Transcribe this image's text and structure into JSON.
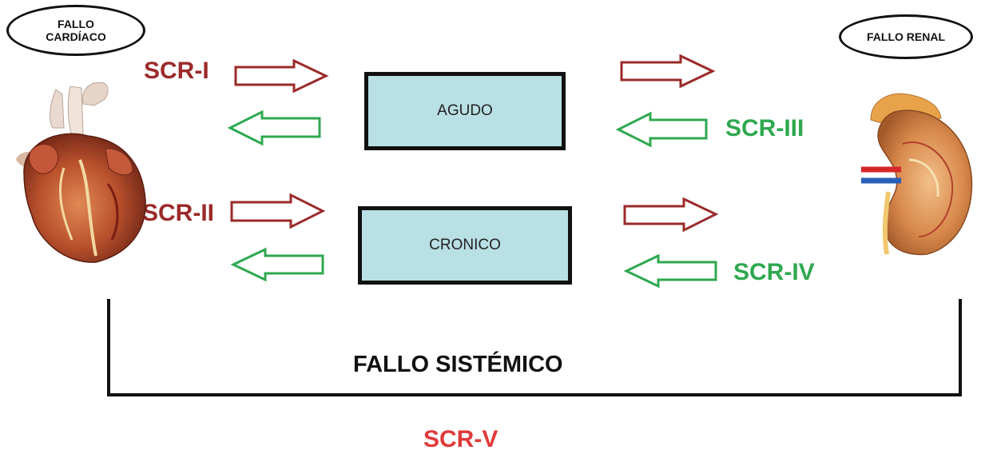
{
  "heart_label": {
    "line1": "FALLO",
    "line2": "CARDÍACO"
  },
  "kidney_label": "FALLO RENAL",
  "boxes": {
    "acute": "AGUDO",
    "chronic": "CRONICO"
  },
  "syndromes": {
    "scr1": "SCR-I",
    "scr2": "SCR-II",
    "scr3": "SCR-III",
    "scr4": "SCR-IV",
    "scr5": "SCR-V"
  },
  "systemic_label": "FALLO SISTÉMICO",
  "colors": {
    "cardio_renal": "#9b2a2a",
    "reno_cardiac": "#2fa84f",
    "systemic": "#e03a3a",
    "box_fill": "#b9e0e4"
  },
  "icons": {
    "heart": "heart-organ-icon",
    "kidney": "kidney-organ-icon"
  }
}
